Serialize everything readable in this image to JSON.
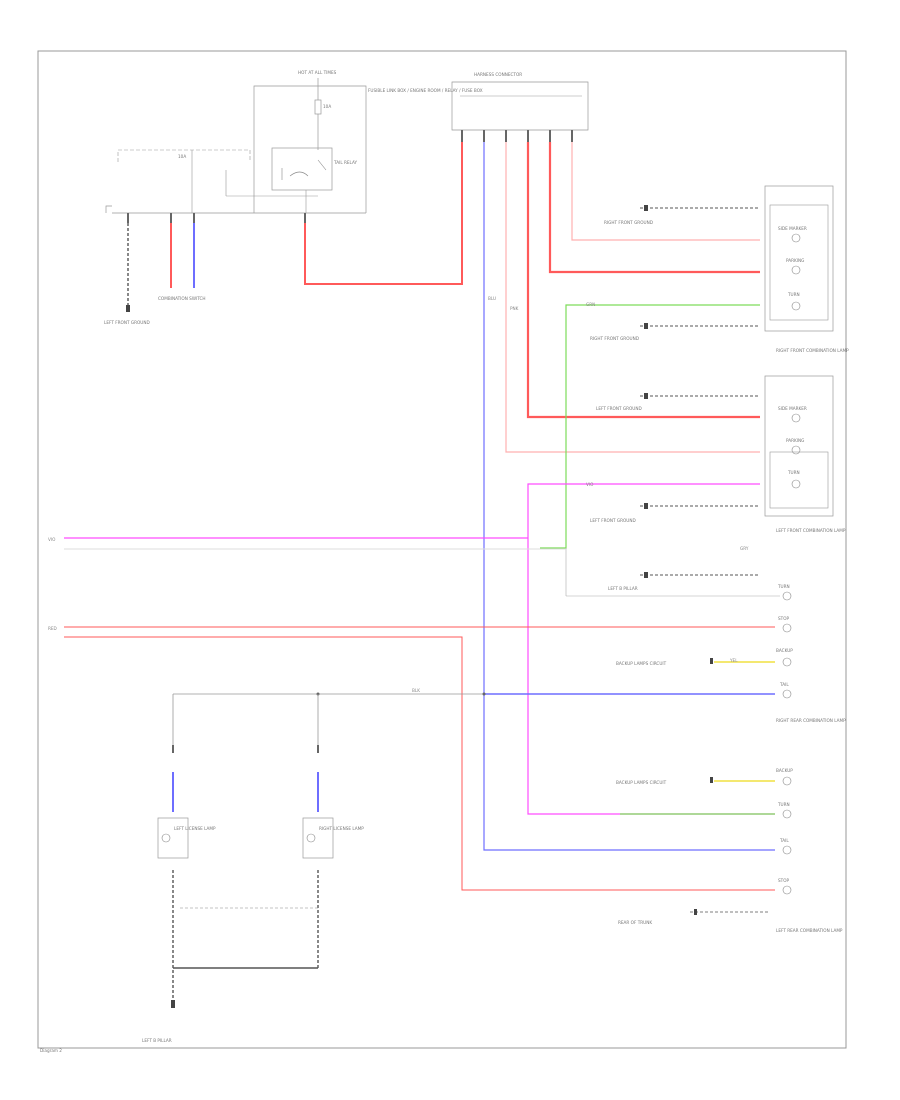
{
  "title": "",
  "colors": {
    "red": "#ff5a5a",
    "pink": "#ffb0b0",
    "blue": "#6e6eff",
    "magenta": "#ff4dff",
    "green": "#7ddc5a",
    "yellow": "#f0e040",
    "ground": "#555555",
    "frame": "#999999",
    "connector": "#666666"
  },
  "labels": {
    "top_fuse_box": "HOT AT ALL TIMES",
    "top_fuse_box_desc": "FUSIBLE LINK BOX / ENGINE ROOM / RELAY / FUSE BOX",
    "relay": "TAIL RELAY",
    "small_fuse": "10A",
    "combination_switch": "COMBINATION SWITCH",
    "top_ground": "LEFT FRONT GROUND",
    "front_harness": "HARNESS CONNECTOR",
    "right_front_ground": "RIGHT FRONT GROUND",
    "right_front_lamp": "RIGHT FRONT COMBINATION LAMP",
    "left_front_ground": "LEFT FRONT GROUND",
    "left_front_lamp": "LEFT FRONT COMBINATION LAMP",
    "left_pillar_ground": "LEFT B PILLAR",
    "right_rear_lamp": "RIGHT REAR COMBINATION LAMP",
    "left_rear_lamp": "LEFT REAR COMBINATION LAMP",
    "left_license_lamp": "LEFT LICENSE LAMP",
    "right_license_lamp": "RIGHT LICENSE LAMP",
    "bottom_ground": "LEFT B PILLAR",
    "backup_lamp_circuit": "BACKUP LAMPS CIRCUIT",
    "rear_ground_note": "REAR OF TRUNK",
    "footer": "Diagram 2"
  },
  "wire_labels": {
    "red": "RED",
    "pink": "PNK",
    "blue": "BLU",
    "magenta": "VIO",
    "green": "GRN",
    "yellow": "YEL",
    "black": "BLK",
    "gray": "GRY"
  },
  "bulbs": {
    "side_marker": "SIDE MARKER",
    "turn": "TURN",
    "parking": "PARKING",
    "tail": "TAIL",
    "stop": "STOP",
    "backup": "BACKUP"
  }
}
